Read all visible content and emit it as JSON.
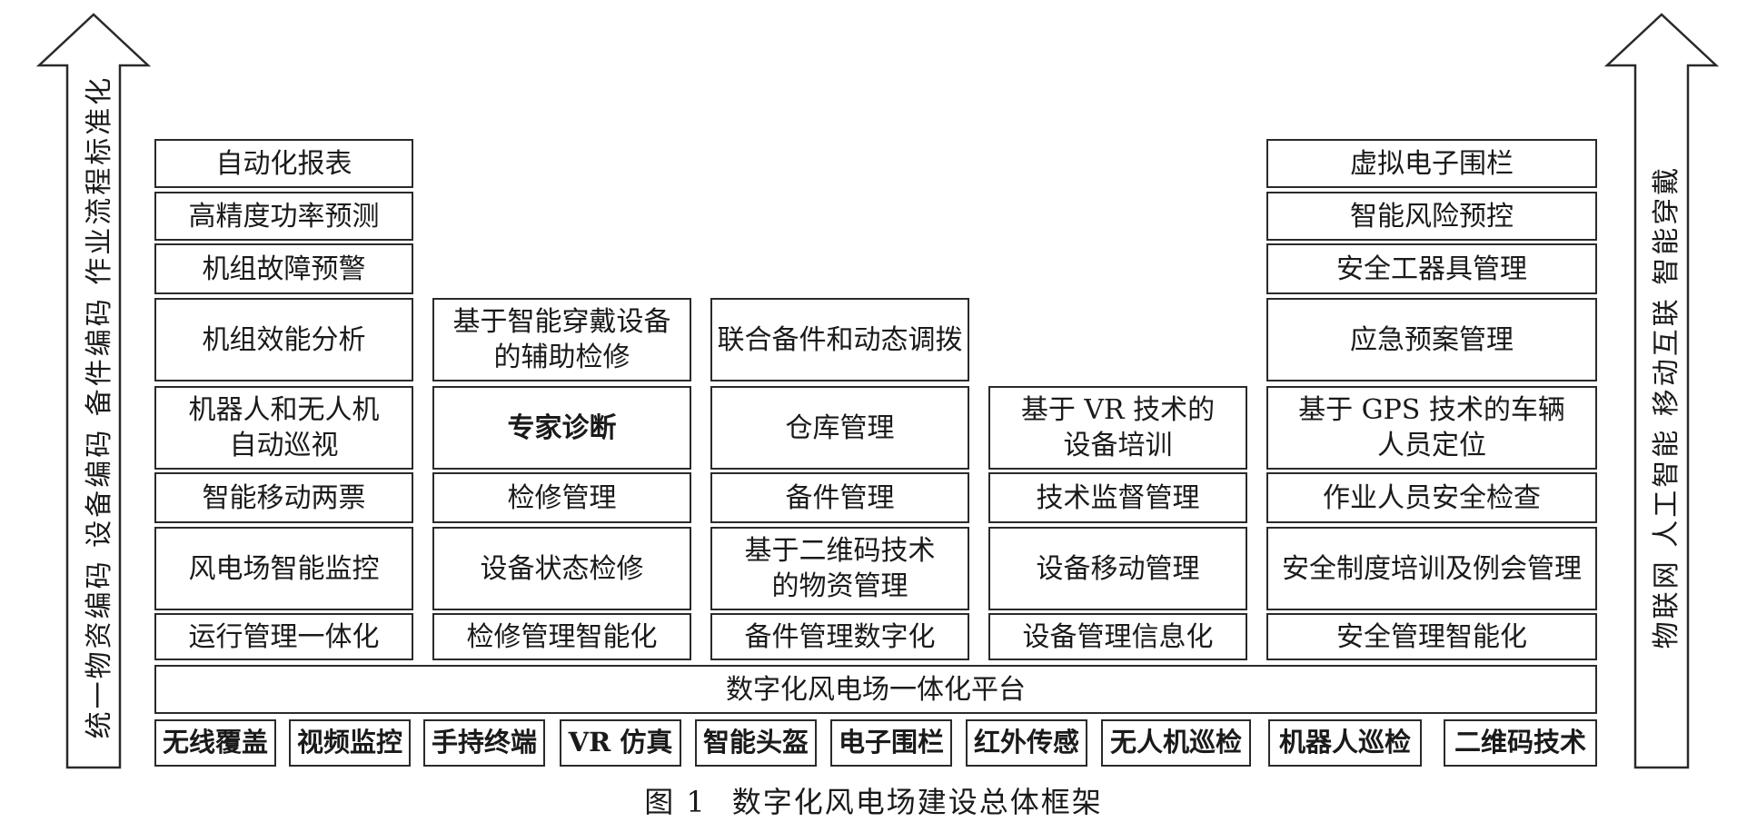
{
  "columns": [
    {
      "id": "operation",
      "items": [
        "运行管理一体化",
        "风电场智能监控",
        "智能移动两票",
        "机器人和无人机\n自动巡视",
        "机组效能分析",
        "机组故障预警",
        "高精度功率预测",
        "自动化报表"
      ]
    },
    {
      "id": "maintenance",
      "items": [
        "检修管理智能化",
        "设备状态检修",
        "检修管理",
        "专家诊断",
        "基于智能穿戴设备\n的辅助检修"
      ]
    },
    {
      "id": "spares",
      "items": [
        "备件管理数字化",
        "基于二维码技术\n的物资管理",
        "备件管理",
        "仓库管理",
        "联合备件和动态调拨"
      ]
    },
    {
      "id": "equipment",
      "items": [
        "设备管理信息化",
        "设备移动管理",
        "技术监督管理",
        "基于 VR 技术的\n设备培训"
      ]
    },
    {
      "id": "safety",
      "items": [
        "安全管理智能化",
        "安全制度培训及例会管理",
        "作业人员安全检查",
        "基于 GPS 技术的车辆\n人员定位",
        "应急预案管理",
        "安全工器具管理",
        "智能风险预控",
        "虚拟电子围栏"
      ]
    }
  ],
  "platform": "数字化风电场一体化平台",
  "technologies": [
    "无线覆盖",
    "视频监控",
    "手持终端",
    "VR 仿真",
    "智能头盔",
    "电子围栏",
    "红外传感",
    "无人机巡检",
    "机器人巡检",
    "二维码技术"
  ],
  "left_arrow_text": "统一物资编码  设备编码  备件编码  作业流程标准化",
  "right_arrow_text": "物联网  人工智能  移动互联  智能穿戴",
  "caption": {
    "number": "图 1",
    "title": "数字化风电场建设总体框架"
  }
}
